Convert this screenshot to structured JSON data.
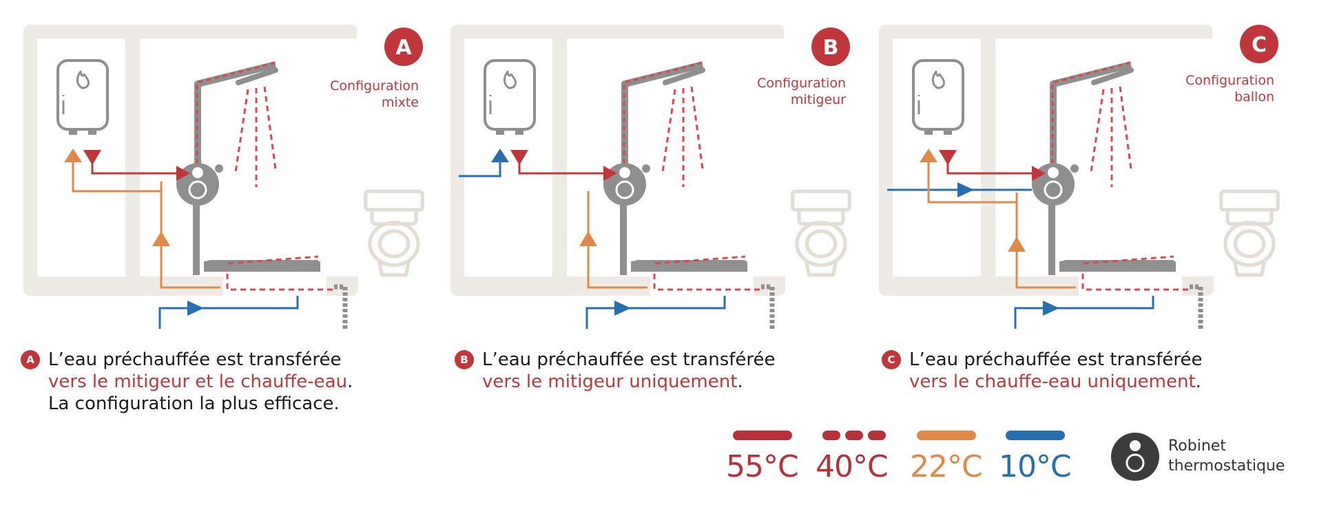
{
  "colors": {
    "hot": "#c0373b",
    "hot_dash": "#d9484c",
    "warm": "#e08a4a",
    "cold": "#2a6fad",
    "pipe_gray": "#8f8f8f",
    "room": "#eeebe6",
    "valve": "#6f6f6f",
    "legend_thermostat": "#3c3c3c"
  },
  "panels": [
    {
      "letter": "A",
      "title_line1": "Configuration",
      "title_line2": "mixte",
      "caption_line1": "L’eau préchauffée est transférée",
      "caption_highlight": "vers le mitigeur et le chauffe-eau",
      "caption_end": ".",
      "caption_line3": "La configuration la plus efficace."
    },
    {
      "letter": "B",
      "title_line1": "Configuration",
      "title_line2": "mitigeur",
      "caption_line1": "L’eau préchauffée est transférée",
      "caption_highlight": "vers le mitigeur uniquement",
      "caption_end": ".",
      "caption_line3": ""
    },
    {
      "letter": "C",
      "title_line1": "Configuration",
      "title_line2": "ballon",
      "caption_line1": "L’eau préchauffée est transférée",
      "caption_highlight": "vers le chauffe-eau uniquement",
      "caption_end": ".",
      "caption_line3": ""
    }
  ],
  "legend": {
    "temps": [
      {
        "label": "55°C",
        "color": "#b5323a",
        "style": "solid"
      },
      {
        "label": "40°C",
        "color": "#b5323a",
        "style": "dashed"
      },
      {
        "label": "22°C",
        "color": "#e08a4a",
        "style": "solid"
      },
      {
        "label": "10°C",
        "color": "#2a6fad",
        "style": "solid"
      }
    ],
    "thermostat_line1": "Robinet",
    "thermostat_line2": "thermostatique"
  }
}
